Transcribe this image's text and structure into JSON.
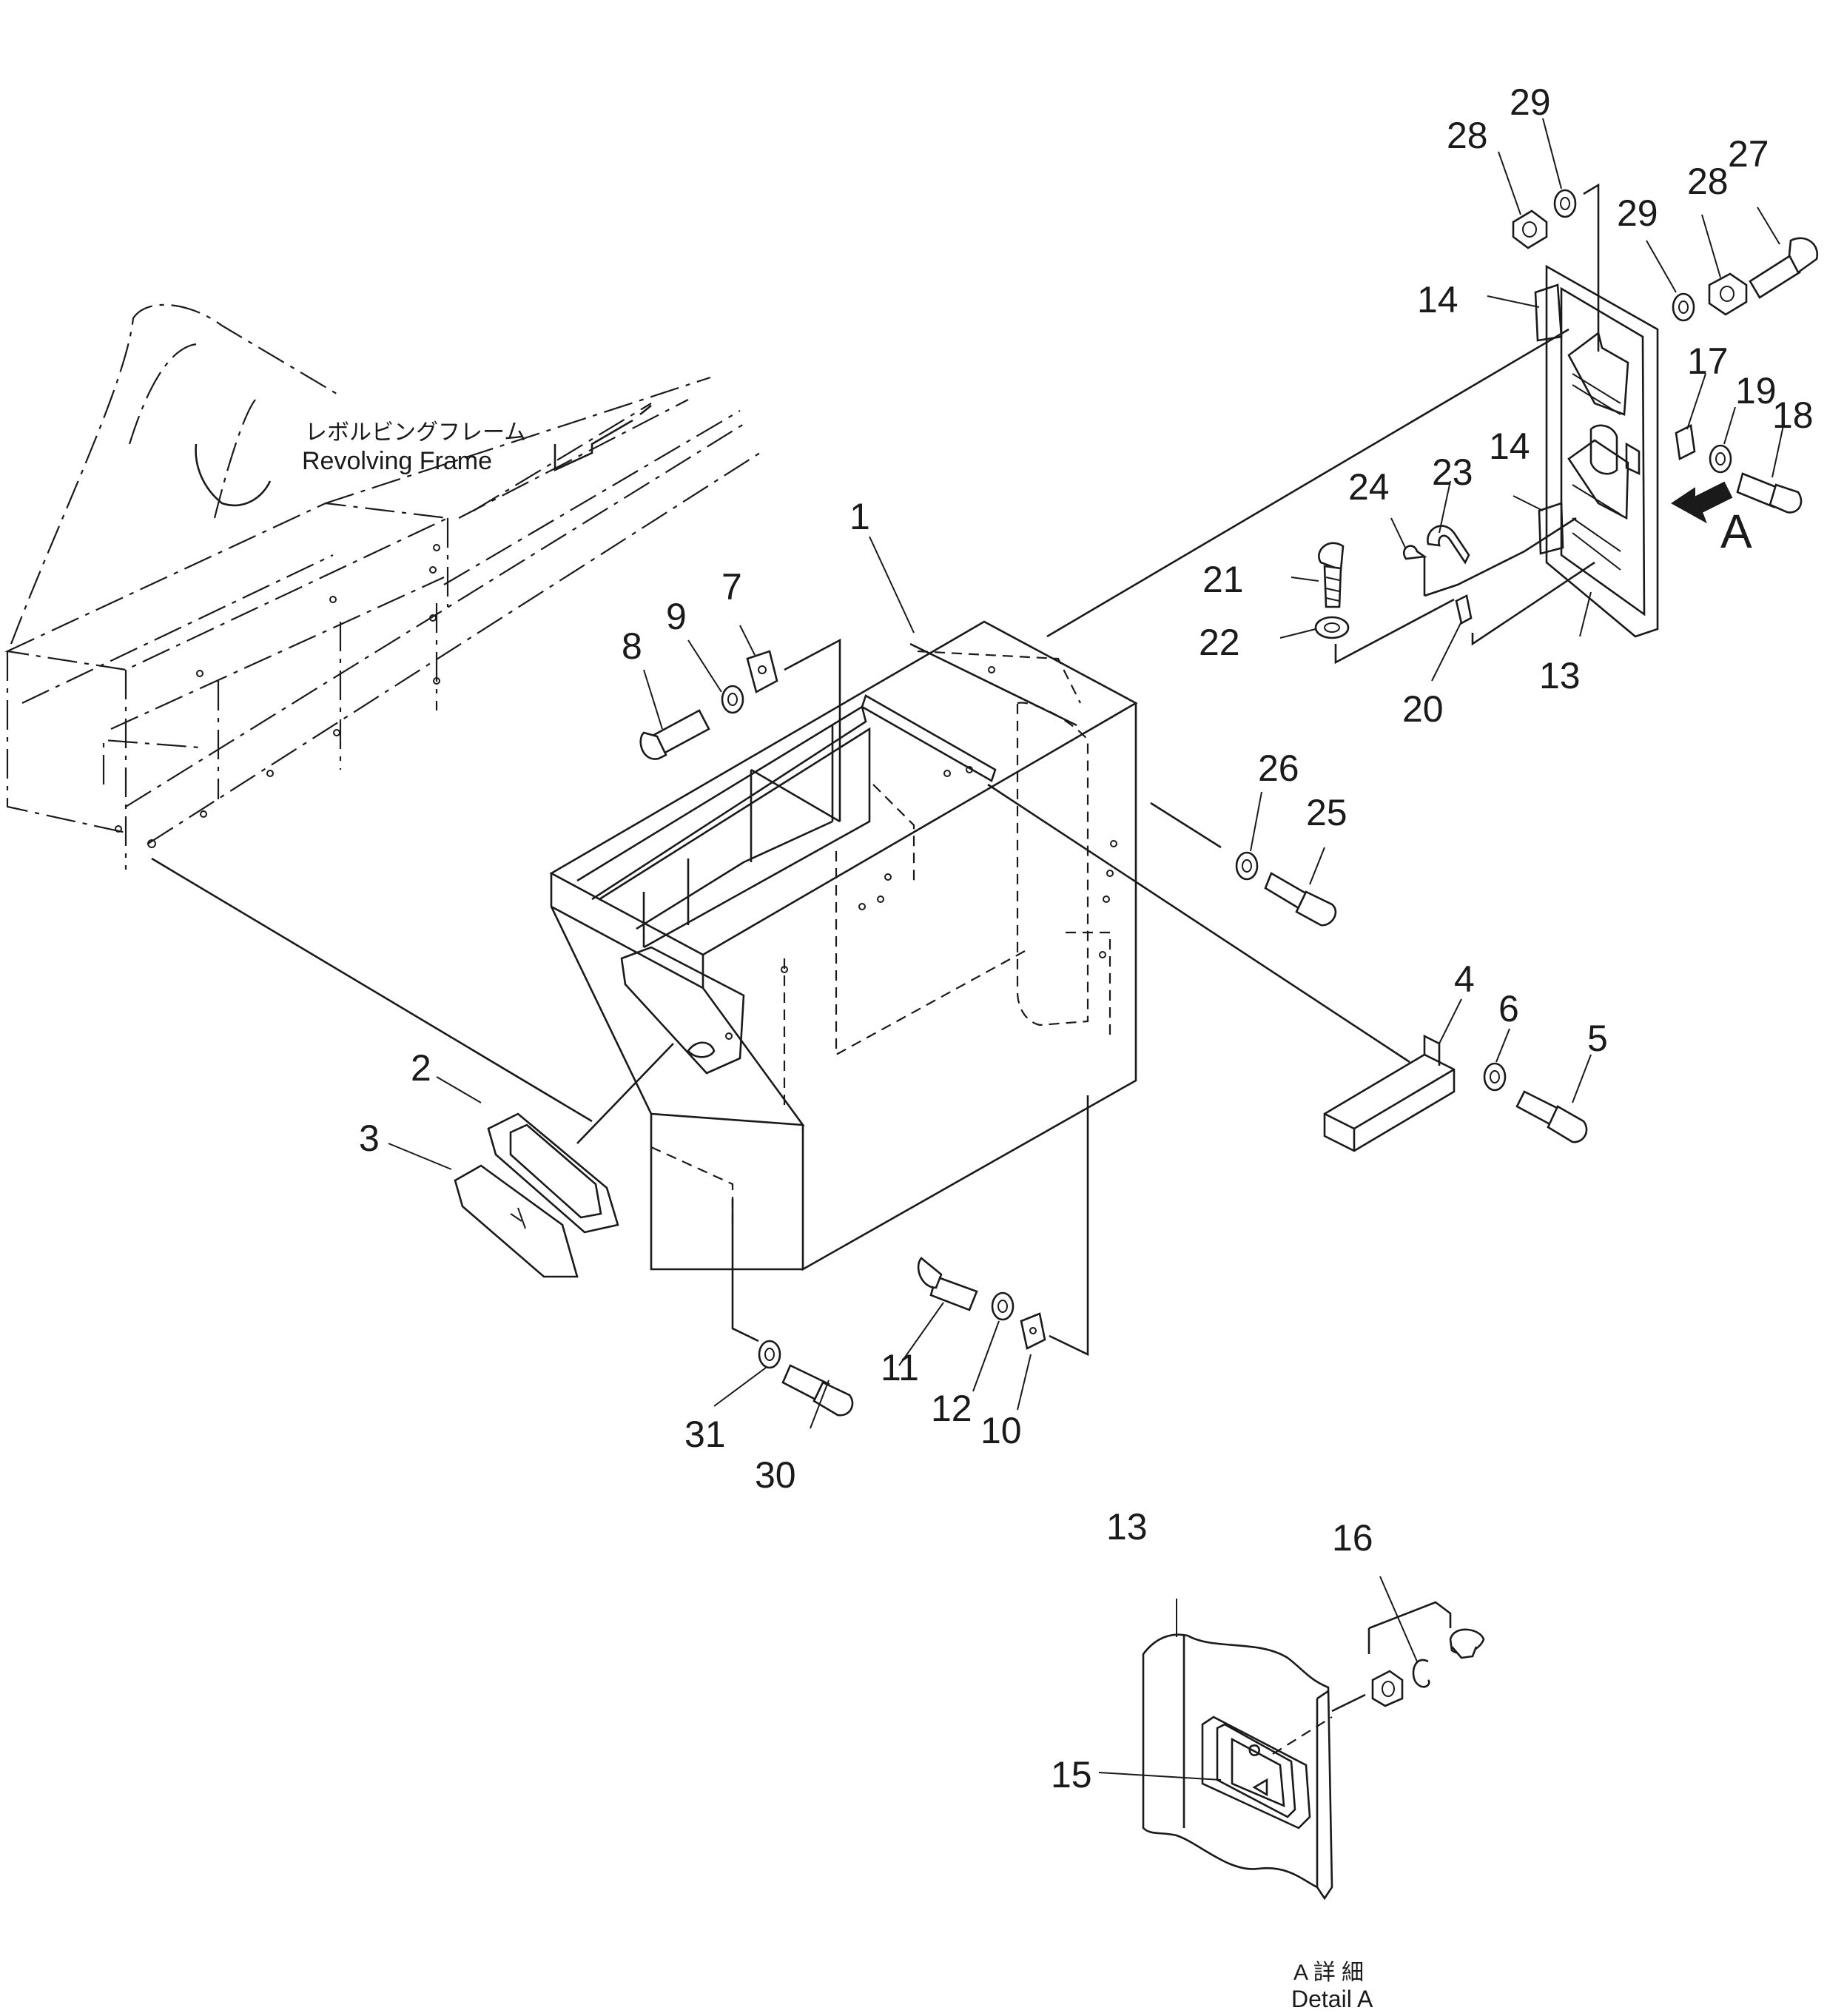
{
  "labels": {
    "revolving_frame_jp": "レボルビングフレーム",
    "revolving_frame_en": "Revolving  Frame",
    "view_arrow": "A",
    "detail_jp": "A 詳 細",
    "detail_en": "Detail A"
  },
  "callouts": [
    {
      "id": "c1",
      "text": "1"
    },
    {
      "id": "c2",
      "text": "2"
    },
    {
      "id": "c3",
      "text": "3"
    },
    {
      "id": "c4",
      "text": "4"
    },
    {
      "id": "c5",
      "text": "5"
    },
    {
      "id": "c6",
      "text": "6"
    },
    {
      "id": "c7",
      "text": "7"
    },
    {
      "id": "c8",
      "text": "8"
    },
    {
      "id": "c9",
      "text": "9"
    },
    {
      "id": "c10",
      "text": "10"
    },
    {
      "id": "c11",
      "text": "11"
    },
    {
      "id": "c12",
      "text": "12"
    },
    {
      "id": "c13a",
      "text": "13"
    },
    {
      "id": "c13b",
      "text": "13"
    },
    {
      "id": "c14a",
      "text": "14"
    },
    {
      "id": "c14b",
      "text": "14"
    },
    {
      "id": "c15",
      "text": "15"
    },
    {
      "id": "c16",
      "text": "16"
    },
    {
      "id": "c17",
      "text": "17"
    },
    {
      "id": "c18",
      "text": "18"
    },
    {
      "id": "c19",
      "text": "19"
    },
    {
      "id": "c20",
      "text": "20"
    },
    {
      "id": "c21",
      "text": "21"
    },
    {
      "id": "c22",
      "text": "22"
    },
    {
      "id": "c23",
      "text": "23"
    },
    {
      "id": "c24",
      "text": "24"
    },
    {
      "id": "c25",
      "text": "25"
    },
    {
      "id": "c26",
      "text": "26"
    },
    {
      "id": "c27",
      "text": "27"
    },
    {
      "id": "c28a",
      "text": "28"
    },
    {
      "id": "c28b",
      "text": "28"
    },
    {
      "id": "c29a",
      "text": "29"
    },
    {
      "id": "c29b",
      "text": "29"
    },
    {
      "id": "c30",
      "text": "30"
    },
    {
      "id": "c31",
      "text": "31"
    }
  ]
}
